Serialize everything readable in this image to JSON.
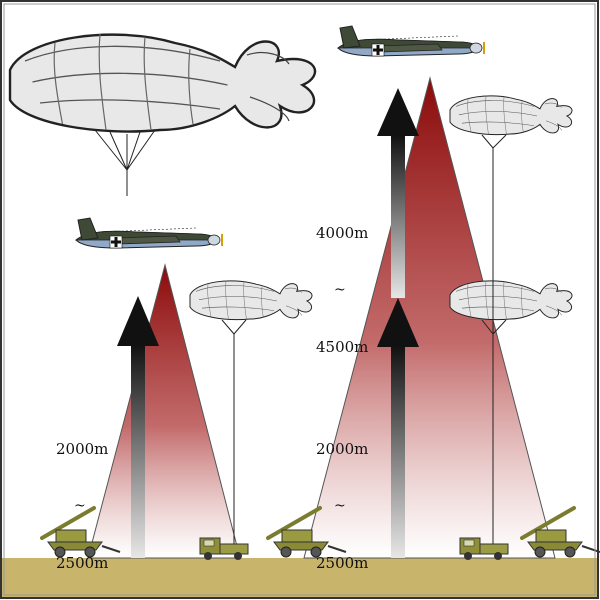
{
  "labels": {
    "left_low": {
      "top": "2000m",
      "tilde": "~",
      "bottom": "2500m"
    },
    "right_low": {
      "top": "2000m",
      "tilde": "~",
      "bottom": "2500m"
    },
    "right_high": {
      "top": "4000m",
      "tilde": "~",
      "bottom": "4500m"
    }
  },
  "colors": {
    "beam_red": "#8b0a0a",
    "ground": "#c8b46a",
    "balloon_fill": "#e6e6e6",
    "vehicle_olive": "#8f8f3a",
    "border": "#333333"
  },
  "icons": [
    "barrage-balloon-icon",
    "bomber-aircraft-icon",
    "anti-aircraft-gun-icon",
    "searchlight-truck-icon",
    "altitude-arrow-icon"
  ]
}
